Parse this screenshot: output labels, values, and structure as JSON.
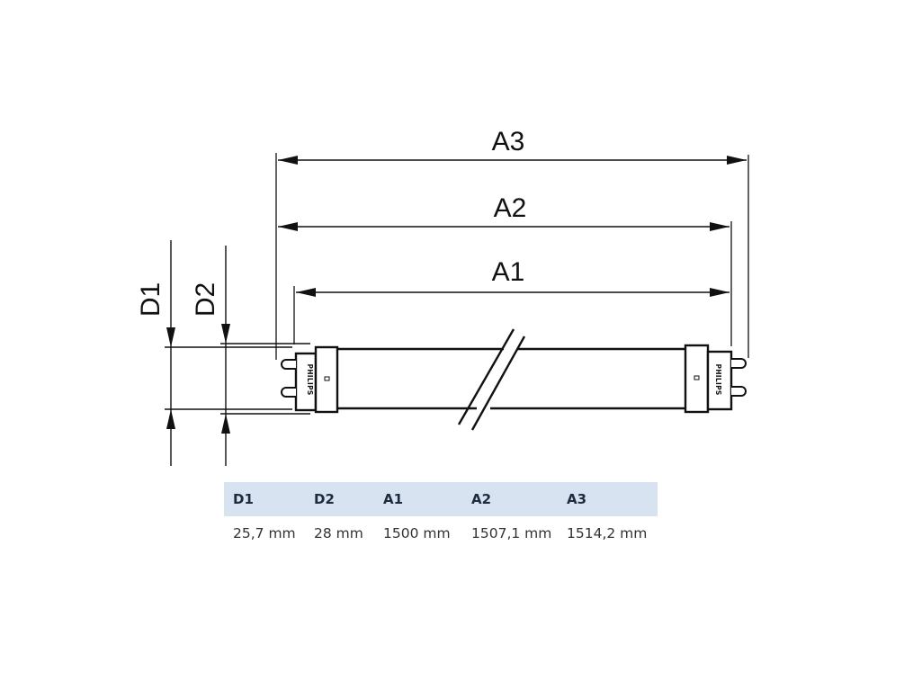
{
  "diagram": {
    "brand_label": "PHILIPS",
    "dimension_labels": {
      "A1": "A1",
      "A2": "A2",
      "A3": "A3",
      "D1": "D1",
      "D2": "D2"
    },
    "colors": {
      "line": "#111111",
      "header_bg": "#d7e3f1",
      "header_text": "#1d2b3f",
      "value_text": "#333333"
    }
  },
  "spec_table": {
    "headers": [
      "D1",
      "D2",
      "A1",
      "A2",
      "A3"
    ],
    "values": [
      "25,7 mm",
      "28 mm",
      "1500 mm",
      "1507,1 mm",
      "1514,2 mm"
    ]
  }
}
